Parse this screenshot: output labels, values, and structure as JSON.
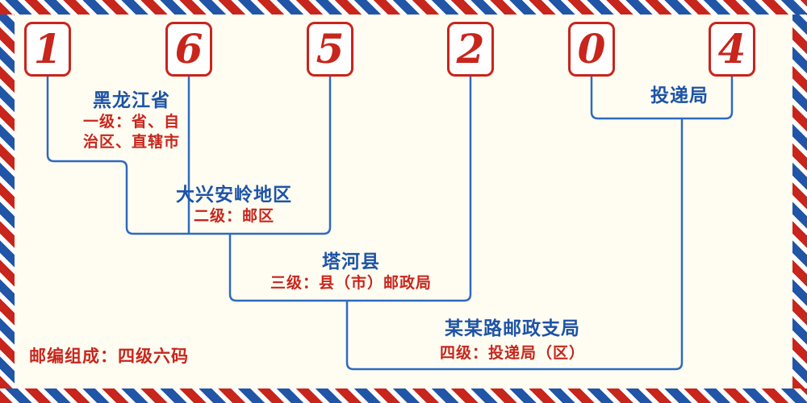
{
  "colors": {
    "red": "#C8251C",
    "blue": "#1D53A6",
    "line": "#2E6ABF",
    "bg": "#FFFDF2",
    "stripe_red": "#C8251C",
    "stripe_blue": "#2155A8"
  },
  "digits": [
    "1",
    "6",
    "5",
    "2",
    "0",
    "4"
  ],
  "groups": {
    "level1": {
      "title": "黑龙江省",
      "desc1": "一级：省、自",
      "desc2": "治区、直辖市"
    },
    "level2": {
      "title": "大兴安岭地区",
      "desc": "二级：邮区"
    },
    "level3": {
      "title": "塔河县",
      "desc": "三级：县（市）邮政局"
    },
    "level4": {
      "title": "某某路邮政支局",
      "desc": "四级：投递局（区）"
    },
    "delivery": {
      "title": "投递局"
    }
  },
  "footer": {
    "composition": "邮编组成：四级六码"
  }
}
